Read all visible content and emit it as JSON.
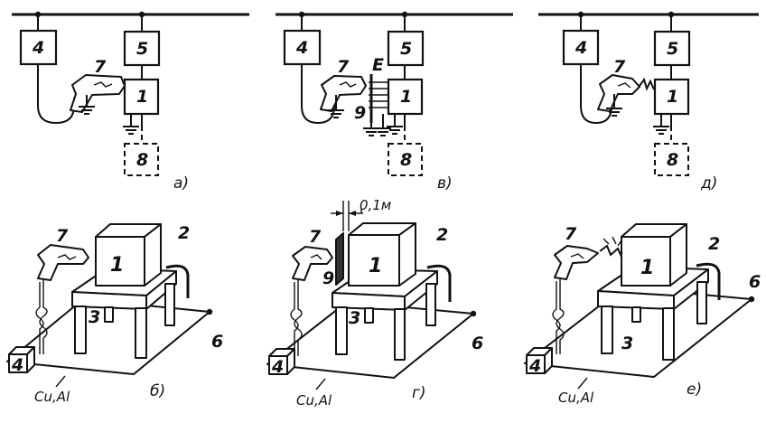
{
  "labels": {
    "block4": "4",
    "block5": "5",
    "block1": "1",
    "block8": "8",
    "gun": "7",
    "screen": "9",
    "field": "E",
    "table": "3",
    "cable": "2",
    "ground": "6"
  },
  "captions": {
    "a": "а)",
    "b": "б)",
    "v": "в)",
    "g": "г)",
    "d": "д)",
    "e": "е)"
  },
  "material": "Cu,Al",
  "distance": "0,1м"
}
